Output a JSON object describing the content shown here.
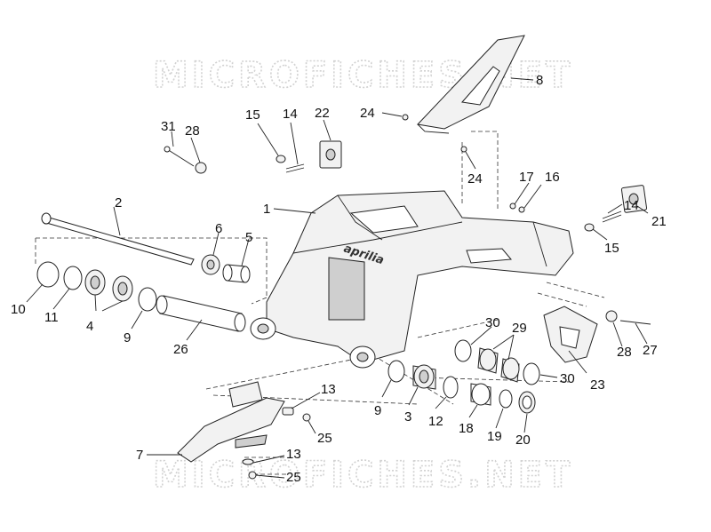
{
  "watermark": {
    "text": "MICROFICHES.NET"
  },
  "brand": {
    "text": "aprilia"
  },
  "callouts": [
    {
      "id": "c1",
      "label": "1"
    },
    {
      "id": "c2",
      "label": "2"
    },
    {
      "id": "c3",
      "label": "3"
    },
    {
      "id": "c4",
      "label": "4"
    },
    {
      "id": "c5",
      "label": "5"
    },
    {
      "id": "c6",
      "label": "6"
    },
    {
      "id": "c7",
      "label": "7"
    },
    {
      "id": "c8",
      "label": "8"
    },
    {
      "id": "c9a",
      "label": "9"
    },
    {
      "id": "c9b",
      "label": "9"
    },
    {
      "id": "c10",
      "label": "10"
    },
    {
      "id": "c11",
      "label": "11"
    },
    {
      "id": "c12",
      "label": "12"
    },
    {
      "id": "c13a",
      "label": "13"
    },
    {
      "id": "c13b",
      "label": "13"
    },
    {
      "id": "c14a",
      "label": "14"
    },
    {
      "id": "c14b",
      "label": "14"
    },
    {
      "id": "c15a",
      "label": "15"
    },
    {
      "id": "c15b",
      "label": "15"
    },
    {
      "id": "c16",
      "label": "16"
    },
    {
      "id": "c17",
      "label": "17"
    },
    {
      "id": "c18",
      "label": "18"
    },
    {
      "id": "c19",
      "label": "19"
    },
    {
      "id": "c20",
      "label": "20"
    },
    {
      "id": "c21",
      "label": "21"
    },
    {
      "id": "c22",
      "label": "22"
    },
    {
      "id": "c23",
      "label": "23"
    },
    {
      "id": "c24a",
      "label": "24"
    },
    {
      "id": "c24b",
      "label": "24"
    },
    {
      "id": "c25a",
      "label": "25"
    },
    {
      "id": "c25b",
      "label": "25"
    },
    {
      "id": "c26",
      "label": "26"
    },
    {
      "id": "c27",
      "label": "27"
    },
    {
      "id": "c28a",
      "label": "28"
    },
    {
      "id": "c28b",
      "label": "28"
    },
    {
      "id": "c29",
      "label": "29"
    },
    {
      "id": "c30a",
      "label": "30"
    },
    {
      "id": "c30b",
      "label": "30"
    },
    {
      "id": "c31",
      "label": "31"
    }
  ]
}
